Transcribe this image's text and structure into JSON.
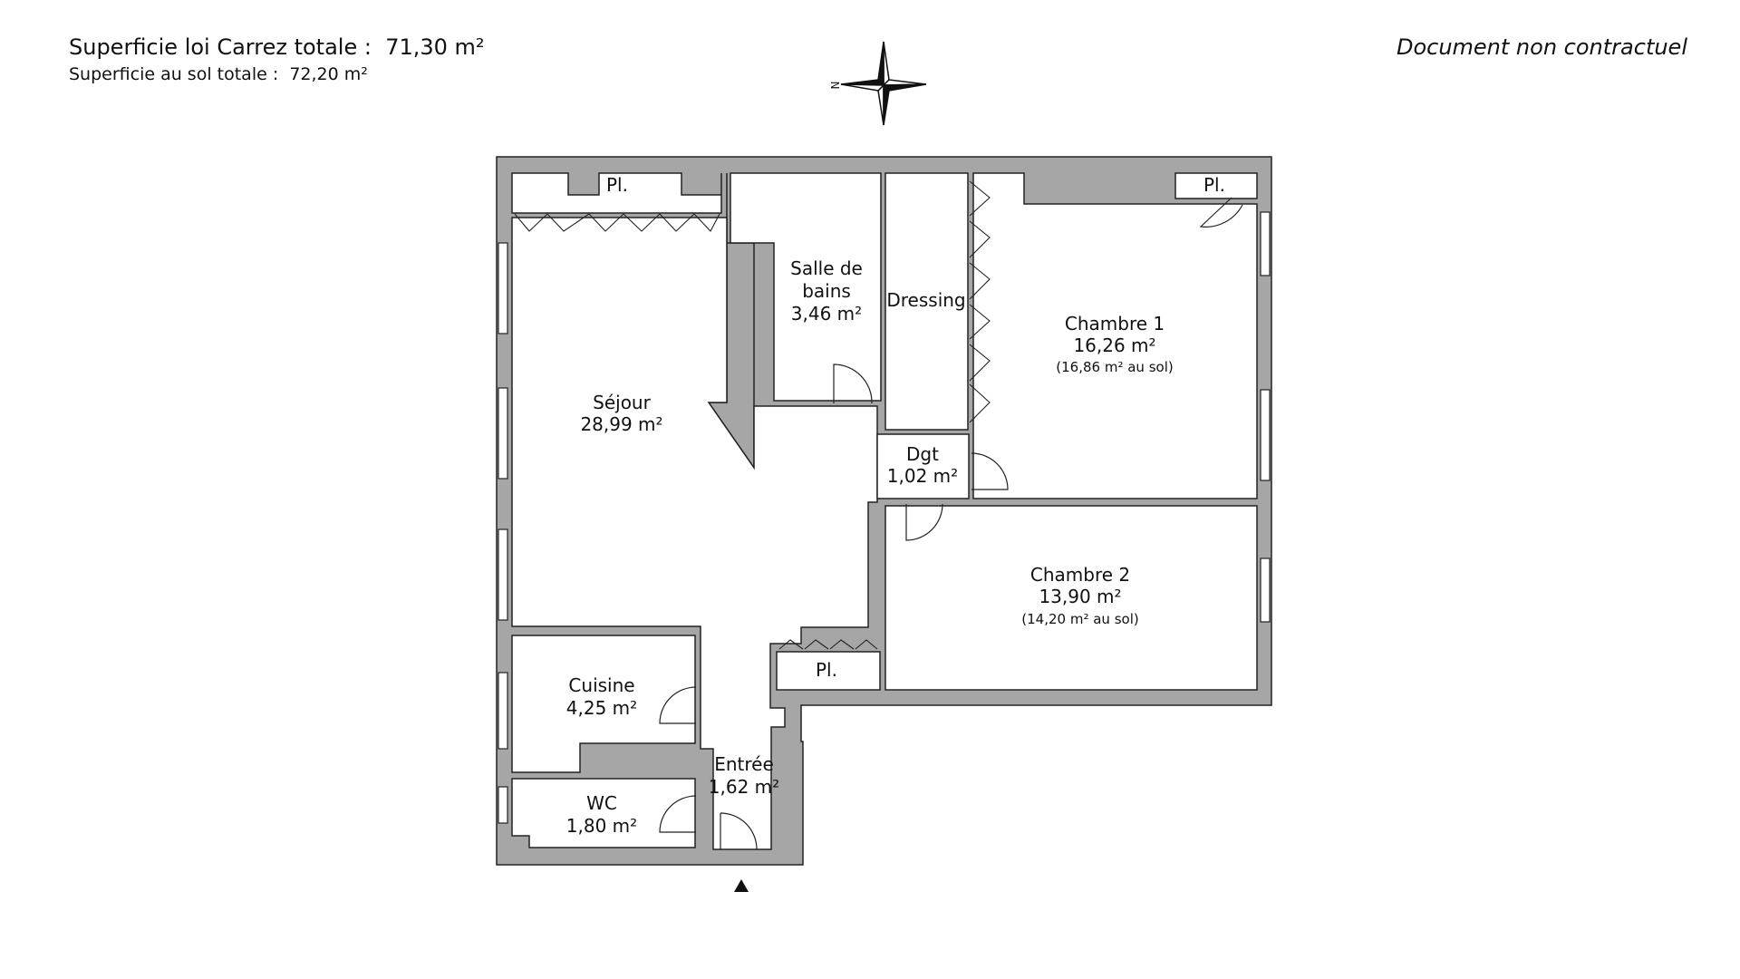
{
  "header": {
    "carrez_label": "Superficie loi Carrez totale :",
    "carrez_value": "71,30 m²",
    "sol_label": "Superficie au sol totale :",
    "sol_value": "72,20 m²",
    "disclaimer": "Document non contractuel"
  },
  "compass": {
    "north_label": "N"
  },
  "rooms": {
    "sejour": {
      "name": "Séjour",
      "area": "28,99 m²"
    },
    "salle_de_bains": {
      "name_line1": "Salle de",
      "name_line2": "bains",
      "area": "3,46 m²"
    },
    "dressing": {
      "name": "Dressing"
    },
    "chambre1": {
      "name": "Chambre 1",
      "area": "16,26 m²",
      "floor_area": "(16,86 m² au sol)"
    },
    "dgt": {
      "name": "Dgt",
      "area": "1,02 m²"
    },
    "chambre2": {
      "name": "Chambre 2",
      "area": "13,90 m²",
      "floor_area": "(14,20 m² au sol)"
    },
    "cuisine": {
      "name": "Cuisine",
      "area": "4,25 m²"
    },
    "entree": {
      "name": "Entrée",
      "area": "1,62 m²"
    },
    "wc": {
      "name": "WC",
      "area": "1,80 m²"
    }
  },
  "closets": {
    "sejour_pl": "Pl.",
    "chambre1_pl": "Pl.",
    "entree_pl": "Pl."
  },
  "colors": {
    "wall": "#a6a6a6",
    "line": "#222222",
    "background": "#ffffff"
  }
}
